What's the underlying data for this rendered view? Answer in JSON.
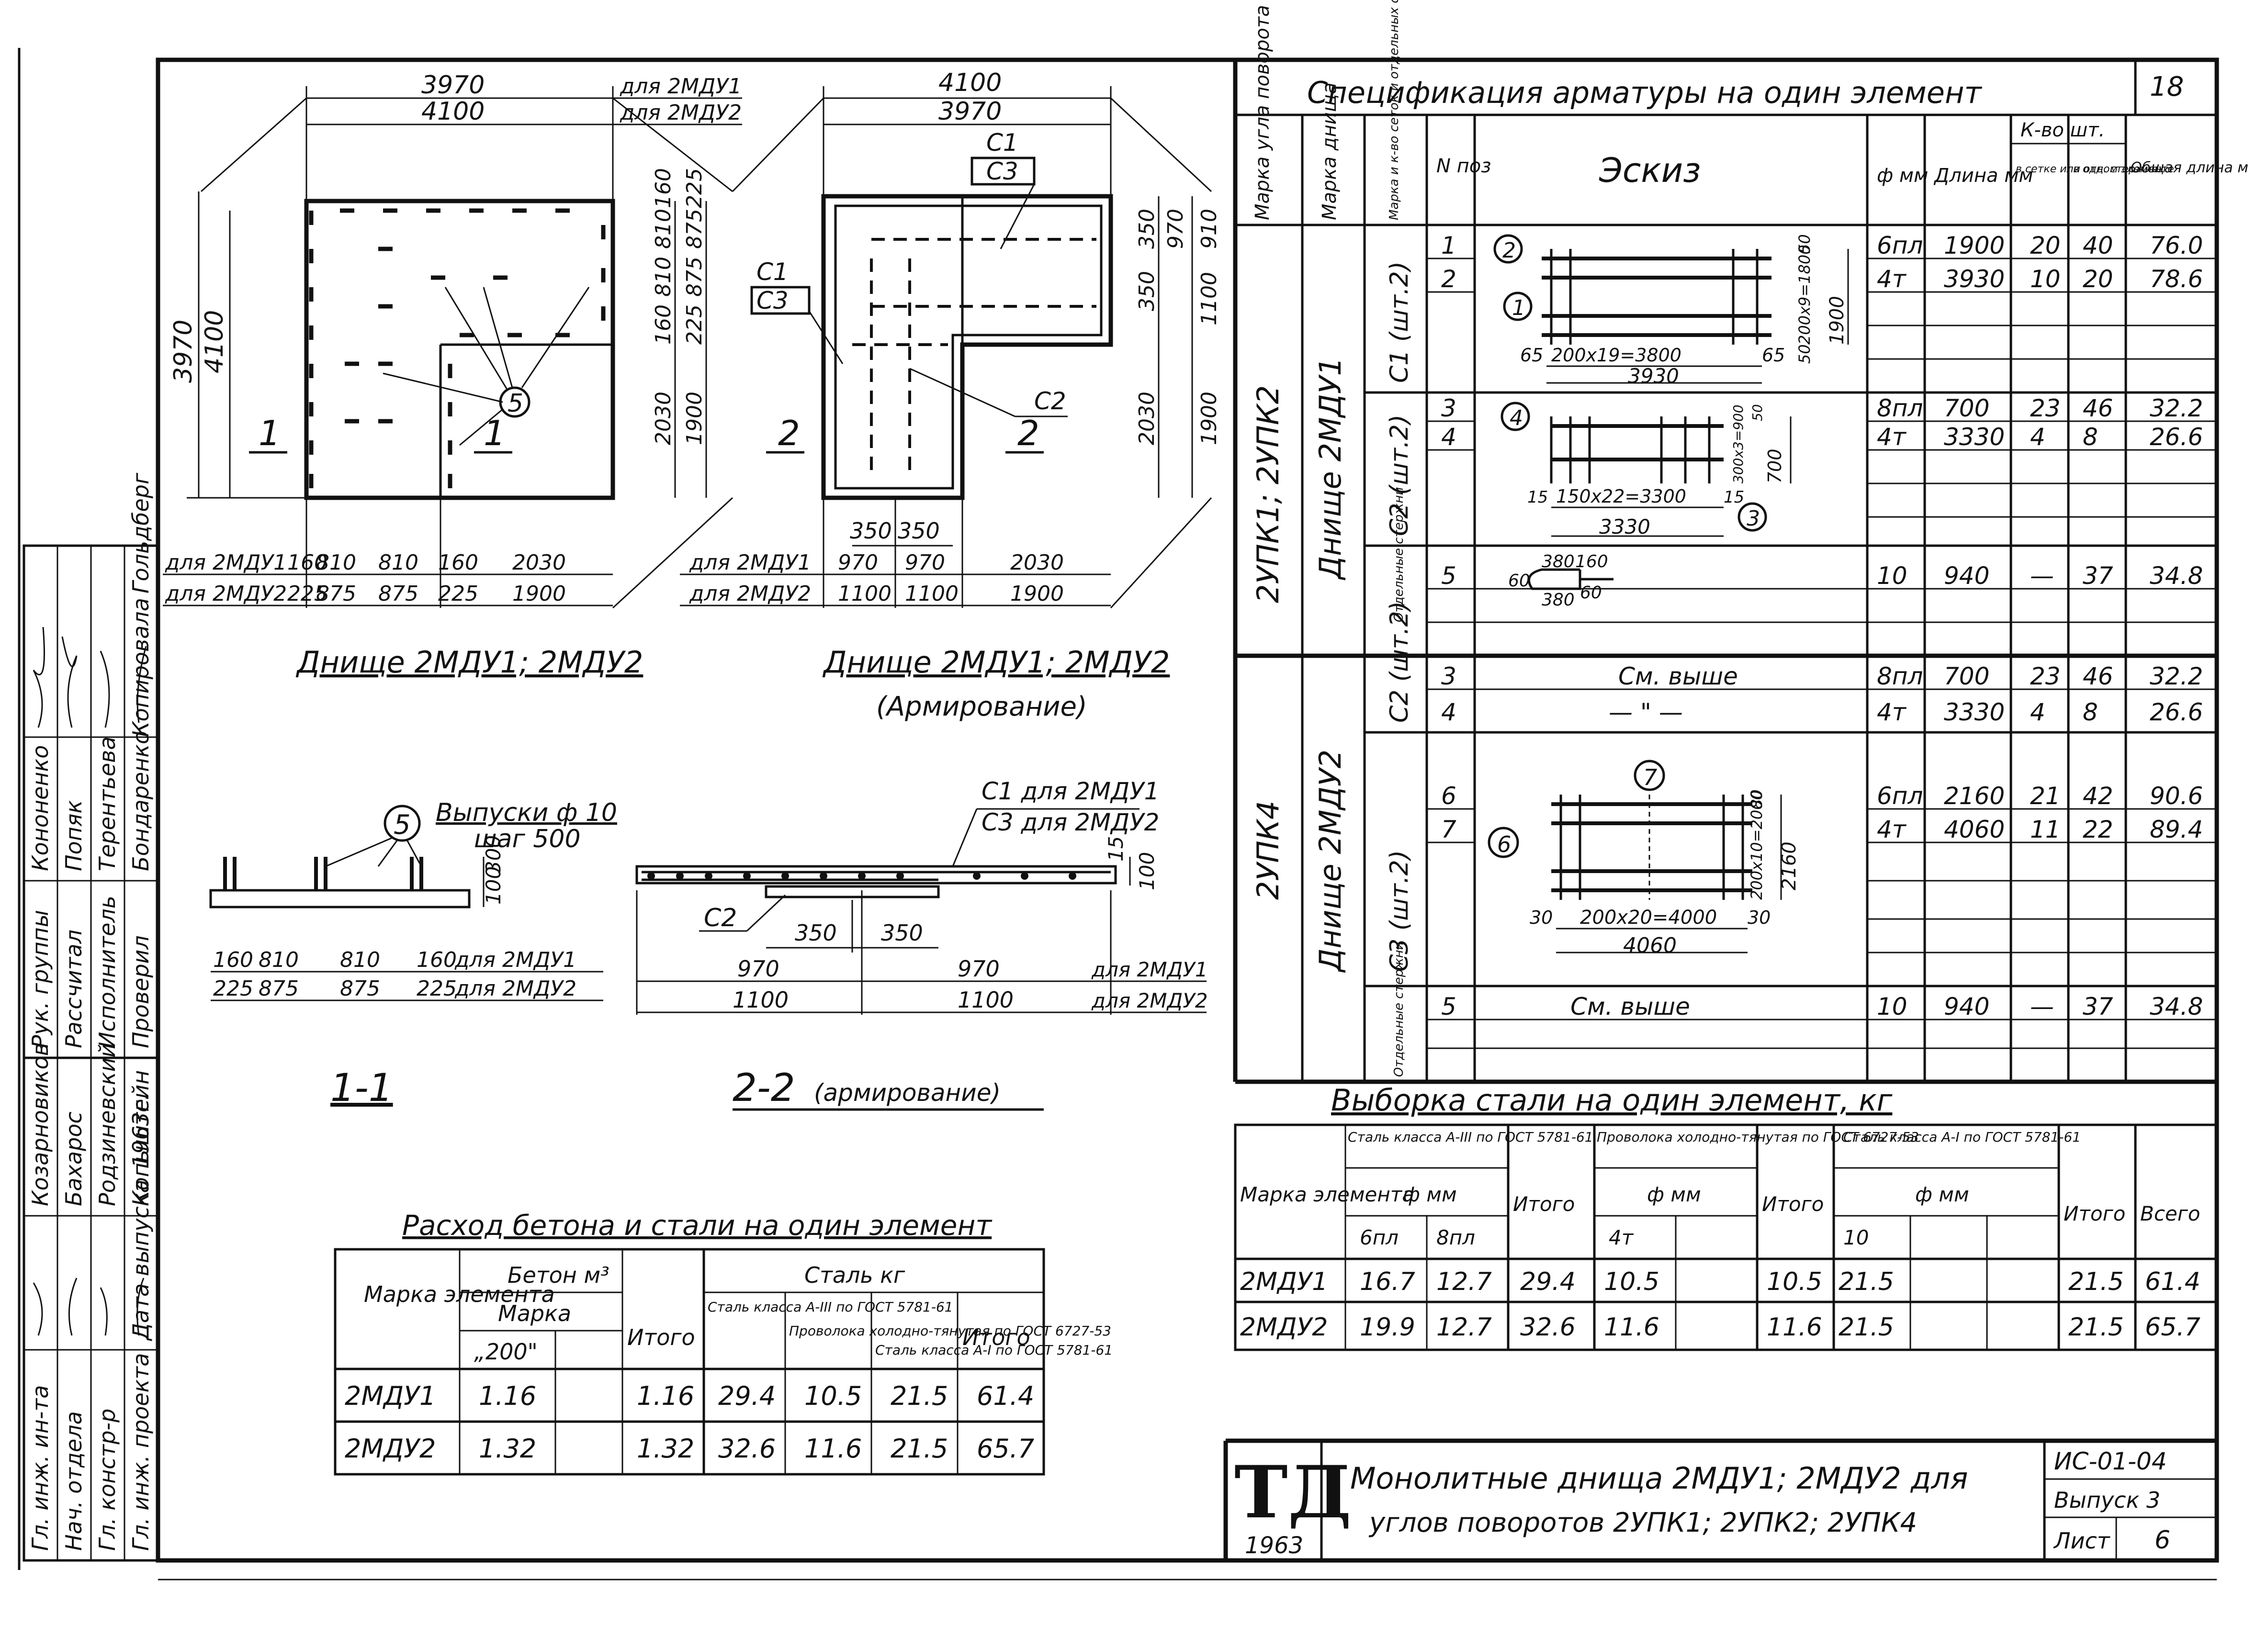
{
  "sheet_no": "18",
  "title_block": {
    "logo": "ТД",
    "year": "1963",
    "title_line1": "Монолитные днища 2МДУ1; 2МДУ2 для",
    "title_line2": "углов поворотов 2УПК1; 2УПК2; 2УПК4",
    "code": "ИС-01-04",
    "issue": "Выпуск 3",
    "sheet_label": "Лист",
    "sheet_num": "6"
  },
  "side_stamp": {
    "roles": [
      "Гл. инж. ин-та",
      "Нач. отдела",
      "Гл. констр-р",
      "Гл. инж. проекта",
      "Дата выпуска",
      "Рук. группы",
      "Рассчитал",
      "Исполнитель",
      "Проверил",
      "Копировала"
    ],
    "names": [
      "Козарновиков",
      "Бахарос",
      "Родзиневский",
      "Копыштейн",
      "",
      "Кононенко",
      "Попяк",
      "Терентьева",
      "Бондаренко",
      "Гольдберг"
    ],
    "year": "1963г."
  },
  "plan1": {
    "dim_top1": "3970",
    "dim_top1_note": "для 2МДУ1",
    "dim_top2": "4100",
    "dim_top2_note": "для 2МДУ2",
    "dim_left1": "3970",
    "dim_left2": "4100",
    "right_col1": [
      "160",
      "810",
      "810",
      "160",
      "2030"
    ],
    "right_col2": [
      "225",
      "875",
      "875",
      "225",
      "1900"
    ],
    "bottom_row1_label": "для 2МДУ1",
    "bottom_row1": [
      "160",
      "810",
      "810",
      "160",
      "2030"
    ],
    "bottom_row2_label": "для 2МДУ2",
    "bottom_row2": [
      "225",
      "875",
      "875",
      "225",
      "1900"
    ],
    "callout": "5",
    "section_mark": "1",
    "caption": "Днище 2МДУ1; 2МДУ2"
  },
  "plan2": {
    "dim_top1": "4100",
    "dim_top2": "3970",
    "mesh_c1": "С1",
    "mesh_c3": "С3",
    "mesh_c2": "С2",
    "right_col1": [
      "350",
      "350",
      "970",
      "2030"
    ],
    "right_col2": [
      "910",
      "1100",
      "1900"
    ],
    "mid_dims": [
      "350",
      "350"
    ],
    "bottom_row1_label": "для 2МДУ1",
    "bottom_row1": [
      "970",
      "970",
      "2030"
    ],
    "bottom_row2_label": "для 2МДУ2",
    "bottom_row2": [
      "1100",
      "1100",
      "1900"
    ],
    "section_mark": "2",
    "caption": "Днище 2МДУ1; 2МДУ2",
    "subcaption": "(Армирование)"
  },
  "section11": {
    "callout": "5",
    "note1": "Выпуски ф 10",
    "note2": "шаг 500",
    "v_dims": [
      "100",
      "300"
    ],
    "row1": [
      "160",
      "810",
      "810",
      "160"
    ],
    "row1_label": "для 2МДУ1",
    "row2": [
      "225",
      "875",
      "875",
      "225"
    ],
    "row2_label": "для 2МДУ2",
    "caption": "1-1"
  },
  "section22": {
    "note1": "С1 для 2МДУ1",
    "note2": "С3 для 2МДУ2",
    "mesh": "С2",
    "mid_dims": [
      "350",
      "350"
    ],
    "v_dims": [
      "15",
      "100"
    ],
    "row1": [
      "970",
      "970"
    ],
    "row1_label": "для 2МДУ1",
    "row2": [
      "1100",
      "1100"
    ],
    "row2_label": "для 2МДУ2",
    "caption": "2-2",
    "caption_note": "(армирование)"
  },
  "concrete_table": {
    "title": "Расход бетона и стали на один элемент",
    "h_mark": "Марка элемента",
    "h_concrete": "Бетон м³",
    "h_grade": "Марка",
    "h_grade_val": "„200\"",
    "h_total": "Итого",
    "h_steel": "Сталь кг",
    "h_s1": "Сталь класса А-III по ГОСТ 5781-61",
    "h_s2": "Проволока холодно-тянутая по ГОСТ 6727-53",
    "h_s3": "Сталь класса А-I по ГОСТ 5781-61",
    "h_total2": "Итого",
    "rows": [
      [
        "2МДУ1",
        "1.16",
        "",
        "1.16",
        "29.4",
        "10.5",
        "21.5",
        "61.4"
      ],
      [
        "2МДУ2",
        "1.32",
        "",
        "1.32",
        "32.6",
        "11.6",
        "21.5",
        "65.7"
      ]
    ]
  },
  "spec_table": {
    "title": "Спецификация арматуры на один элемент",
    "headers": {
      "corner": "Марка угла поворота",
      "bottom": "Марка днища",
      "mesh": "Марка и к-во сеток и отдельных стержней",
      "pos": "N поз",
      "sketch": "Эскиз",
      "dia": "ф мм",
      "length": "Длина мм",
      "count": "К-во шт.",
      "count_mesh": "в сетке или отд. стержнях",
      "count_elem": "в одном элементе",
      "total_len": "Общая длина м"
    },
    "group1_corner": "2УПК1; 2УПК2",
    "group1_bottom": "Днище 2МДУ1",
    "group2_corner": "2УПК4",
    "group2_bottom": "Днище 2МДУ2",
    "rows": [
      {
        "mesh": "С1 (шт.2)",
        "pos": "1",
        "dia": "6пл",
        "len": "1900",
        "n1": "20",
        "n2": "40",
        "tot": "76.0"
      },
      {
        "mesh": "",
        "pos": "2",
        "dia": "4т",
        "len": "3930",
        "n1": "10",
        "n2": "20",
        "tot": "78.6"
      },
      {
        "mesh": "С2 (шт.2)",
        "pos": "3",
        "dia": "8пл",
        "len": "700",
        "n1": "23",
        "n2": "46",
        "tot": "32.2"
      },
      {
        "mesh": "",
        "pos": "4",
        "dia": "4т",
        "len": "3330",
        "n1": "4",
        "n2": "8",
        "tot": "26.6"
      },
      {
        "mesh": "Отдельные стержни",
        "pos": "5",
        "dia": "10",
        "len": "940",
        "n1": "—",
        "n2": "37",
        "tot": "34.8"
      },
      {
        "mesh": "С2 (шт.2)",
        "pos": "3",
        "sketch": "См. выше",
        "dia": "8пл",
        "len": "700",
        "n1": "23",
        "n2": "46",
        "tot": "32.2"
      },
      {
        "mesh": "",
        "pos": "4",
        "sketch": "— \" —",
        "dia": "4т",
        "len": "3330",
        "n1": "4",
        "n2": "8",
        "tot": "26.6"
      },
      {
        "mesh": "С3 (шт.2)",
        "pos": "6",
        "dia": "6пл",
        "len": "2160",
        "n1": "21",
        "n2": "42",
        "tot": "90.6"
      },
      {
        "mesh": "",
        "pos": "7",
        "dia": "4т",
        "len": "4060",
        "n1": "11",
        "n2": "22",
        "tot": "89.4"
      },
      {
        "mesh": "Отдельные стержни",
        "pos": "5",
        "sketch": "См. выше",
        "dia": "10",
        "len": "940",
        "n1": "—",
        "n2": "37",
        "tot": "34.8"
      }
    ],
    "sketch1": {
      "p1": "1",
      "p2": "2",
      "d1": "200x19=3800",
      "d2": "3930",
      "d3": "65",
      "d4": "65",
      "d5": "200x9=1800",
      "d6": "1900",
      "d7": "50",
      "d8": "50"
    },
    "sketch2": {
      "p1": "3",
      "p2": "4",
      "d1": "150x22=3300",
      "d2": "3330",
      "d3": "15",
      "d4": "15",
      "d5": "300x3=900",
      "d6": "700",
      "d7": "50"
    },
    "sketch3": {
      "d1": "380",
      "d2": "160",
      "d3": "60",
      "d4": "380",
      "d5": "60"
    },
    "sketch4": {
      "p1": "7",
      "p2": "6",
      "d1": "200x20=4000",
      "d2": "4060",
      "d3": "30",
      "d4": "30",
      "d5": "200x10=2000",
      "d6": "2160",
      "d7": "80"
    }
  },
  "steel_table": {
    "title": "Выборка стали на один элемент, кг",
    "h_mark": "Марка элемента",
    "h_a3": "Сталь класса А-III по ГОСТ 5781-61",
    "h_wire": "Проволока холодно-тянутая по ГОСТ 6727-53",
    "h_a1": "Сталь класса А-I по ГОСТ 5781-61",
    "h_dia": "ф мм",
    "h_total": "Итого",
    "h_all": "Всего",
    "sub": [
      "6пл",
      "8пл",
      "4т",
      "10"
    ],
    "rows": [
      [
        "2МДУ1",
        "16.7",
        "12.7",
        "29.4",
        "10.5",
        "",
        "10.5",
        "21.5",
        "",
        "",
        "21.5",
        "61.4"
      ],
      [
        "2МДУ2",
        "19.9",
        "12.7",
        "32.6",
        "11.6",
        "",
        "11.6",
        "21.5",
        "",
        "",
        "21.5",
        "65.7"
      ]
    ]
  }
}
